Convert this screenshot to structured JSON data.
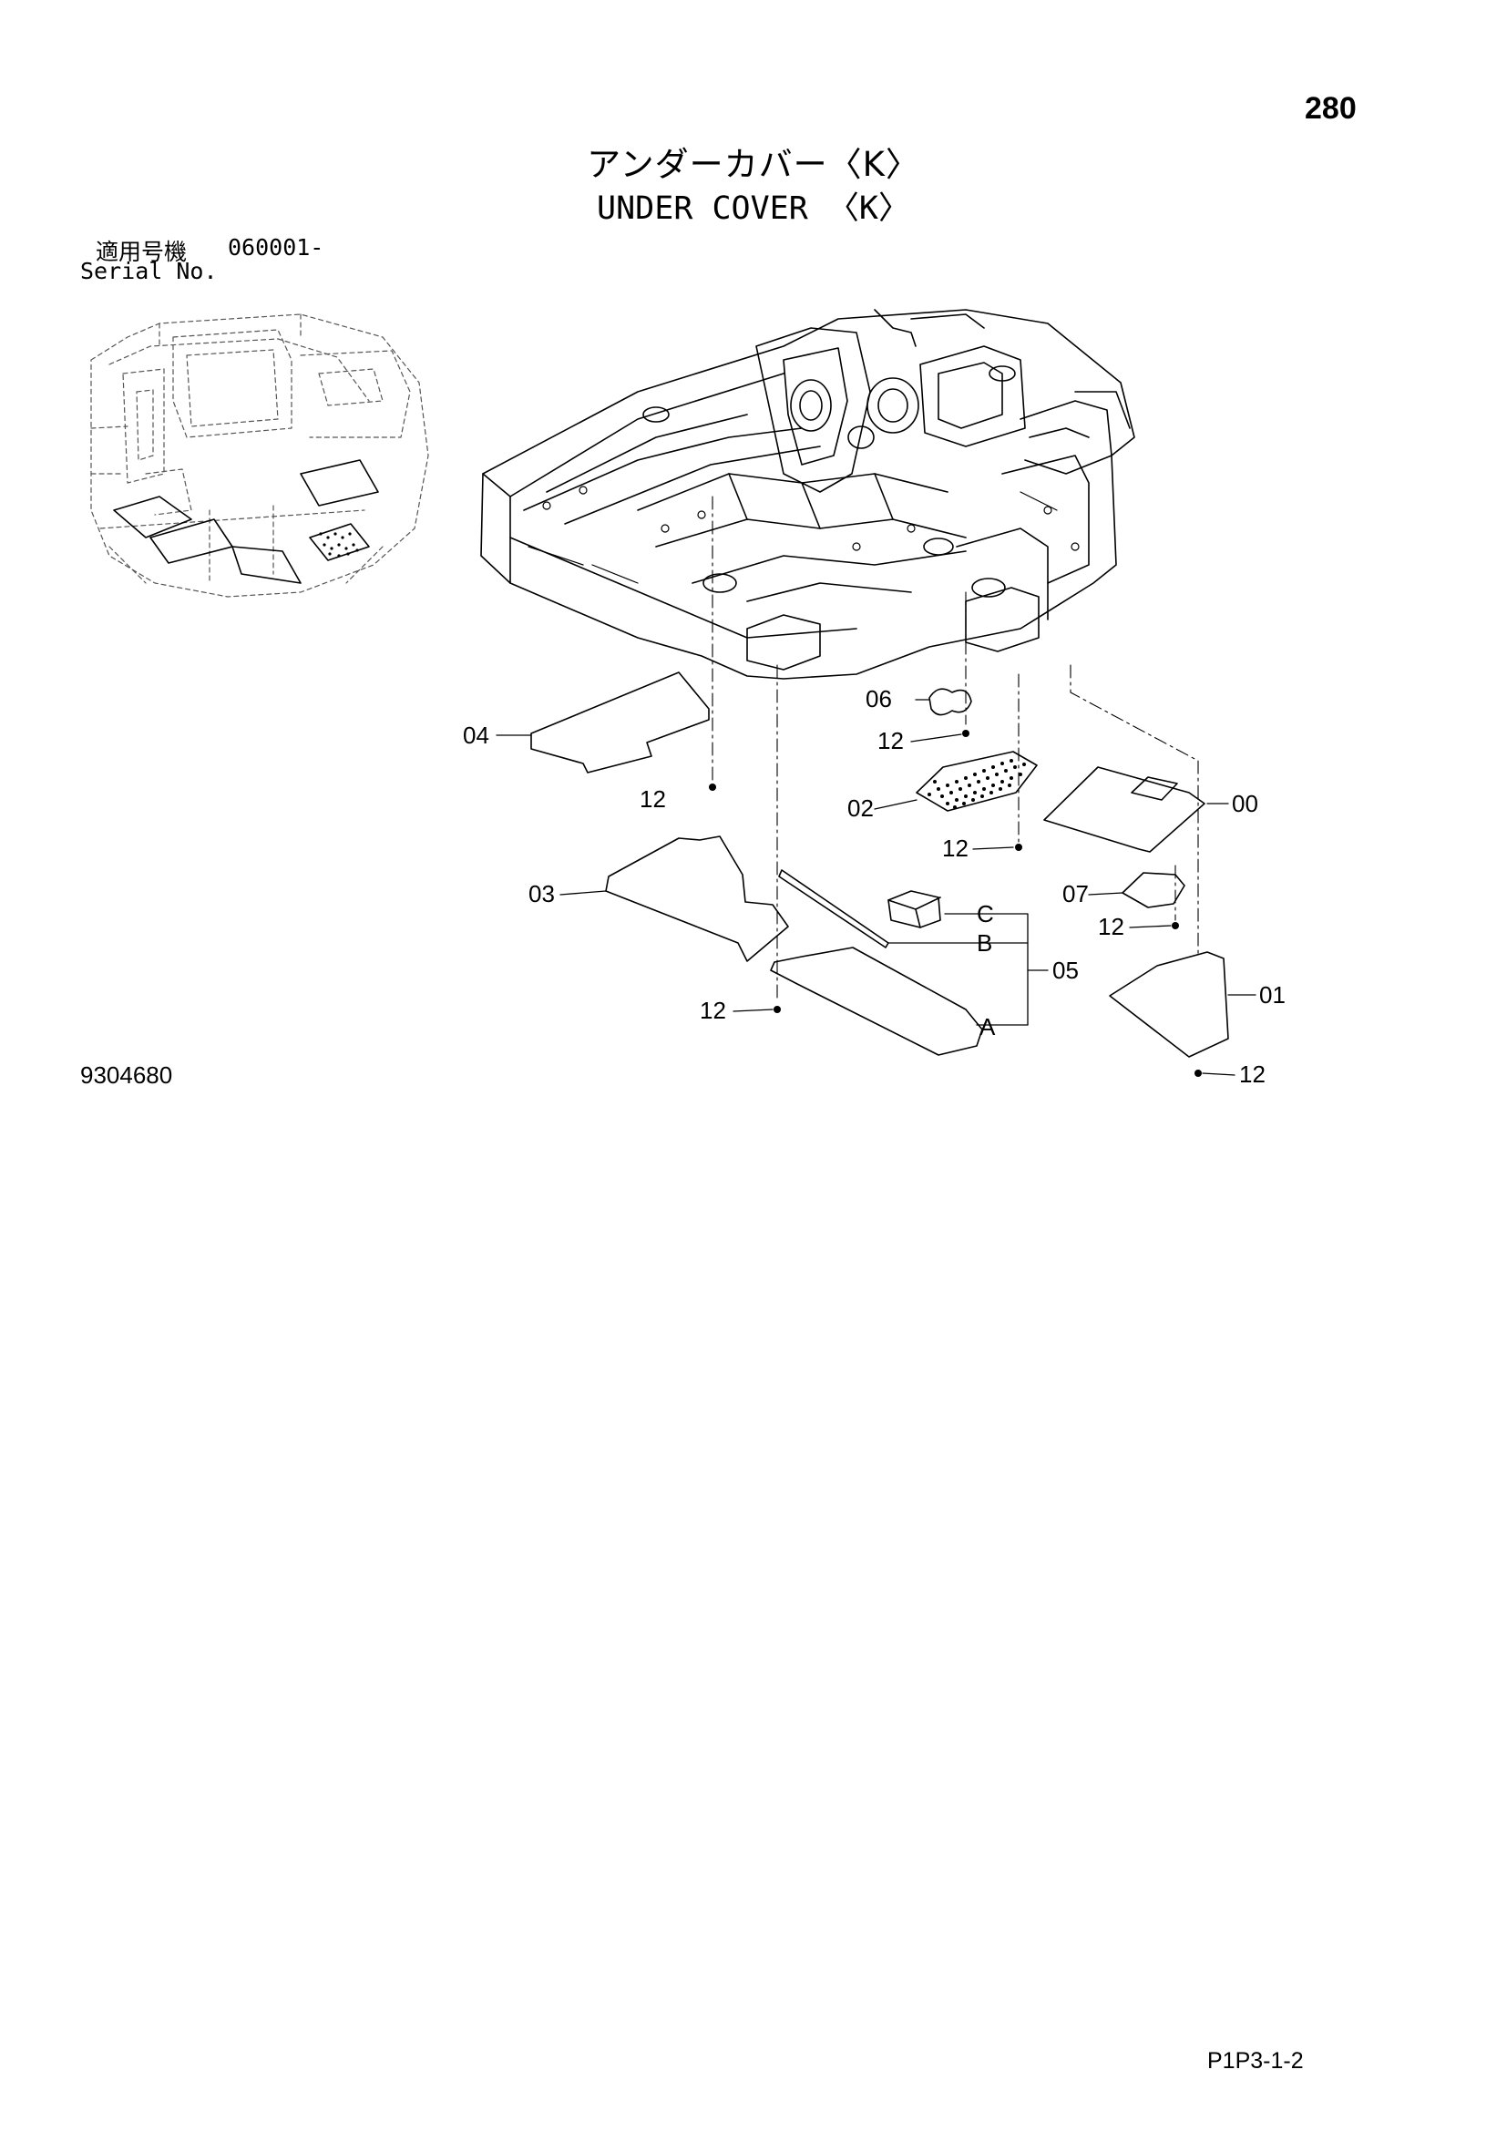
{
  "page_number": "280",
  "title_jp": "アンダーカバー〈K〉",
  "title_en": "UNDER COVER 〈K〉",
  "serial": {
    "label_jp": "適用号機",
    "range": "060001-",
    "label_en": "Serial No."
  },
  "drawing_number": "9304680",
  "page_code": "P1P3-1-2",
  "callouts": {
    "c00": "00",
    "c01": "01",
    "c02": "02",
    "c03": "03",
    "c04": "04",
    "c05": "05",
    "c06": "06",
    "c07": "07",
    "c12": "12",
    "A": "A",
    "B": "B",
    "C": "C"
  }
}
